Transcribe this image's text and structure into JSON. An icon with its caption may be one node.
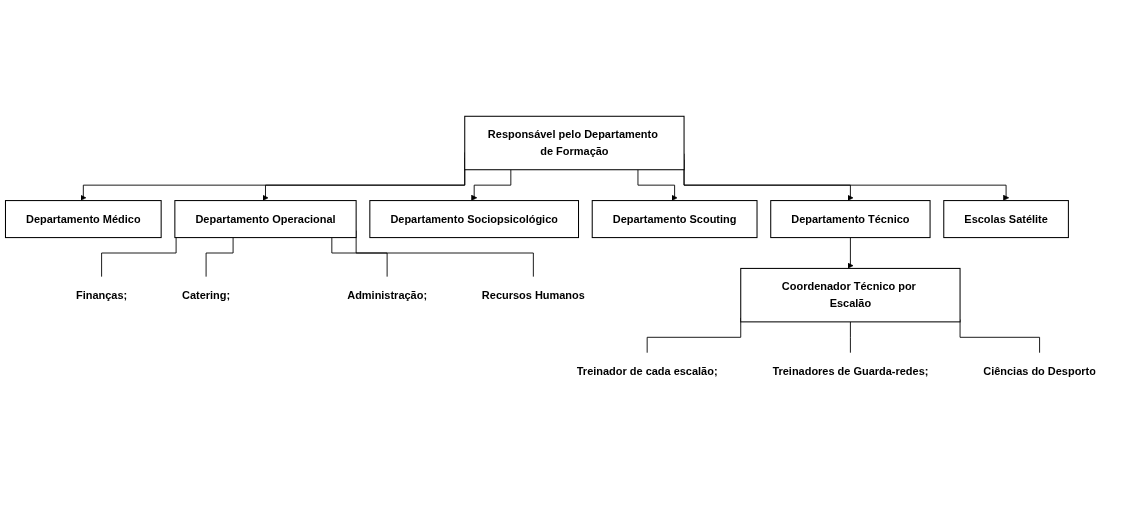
{
  "diagram": {
    "nodes": [
      {
        "text": [
          "Responsável pelo Departamento de Formação"
        ]
      },
      {
        "text": [
          "Departamento Médico"
        ]
      },
      {
        "text": [
          "Departamento Operacional"
        ]
      },
      {
        "text": [
          "Finanças;"
        ]
      },
      {
        "text": [
          "Catering;"
        ]
      },
      {
        "text": [
          "Administração;"
        ]
      },
      {
        "text": [
          "Recursos Humanos"
        ]
      },
      {
        "text": [
          "Departamento Sociopsicológico"
        ]
      },
      {
        "text": [
          "Departamento Scouting"
        ]
      },
      {
        "text": [
          "Departamento Técnico"
        ]
      },
      {
        "text": [
          "Coordenador Técnico por Escalão"
        ]
      },
      {
        "text": [
          "Treinador de cada escalão;"
        ]
      },
      {
        "text": [
          "Treinadores de Guarda-redes;"
        ]
      },
      {
        "text": [
          "Ciências do Desporto"
        ]
      },
      {
        "text": [
          "Escolas Satélite"
        ]
      }
    ],
    "edges": [
      {
        "from": 0,
        "to": 1,
        "arrow": "to"
      },
      {
        "from": 0,
        "to": 2,
        "arrow": "to"
      },
      {
        "from": 0,
        "to": 7,
        "arrow": "to"
      },
      {
        "from": 0,
        "to": 8,
        "arrow": "to"
      },
      {
        "from": 0,
        "to": 9,
        "arrow": "to"
      },
      {
        "from": 0,
        "to": 14,
        "arrow": "to"
      },
      {
        "from": 9,
        "to": 10,
        "arrow": "to"
      },
      {
        "from": 2,
        "to": 3,
        "arrow": "none"
      },
      {
        "from": 2,
        "to": 4,
        "arrow": "none"
      },
      {
        "from": 2,
        "to": 5,
        "arrow": "none"
      },
      {
        "from": 2,
        "to": 6,
        "arrow": "none"
      },
      {
        "from": 10,
        "to": 11,
        "arrow": "none"
      },
      {
        "from": 10,
        "to": 12,
        "arrow": "none"
      },
      {
        "from": 10,
        "to": 13,
        "arrow": "none"
      }
    ]
  }
}
